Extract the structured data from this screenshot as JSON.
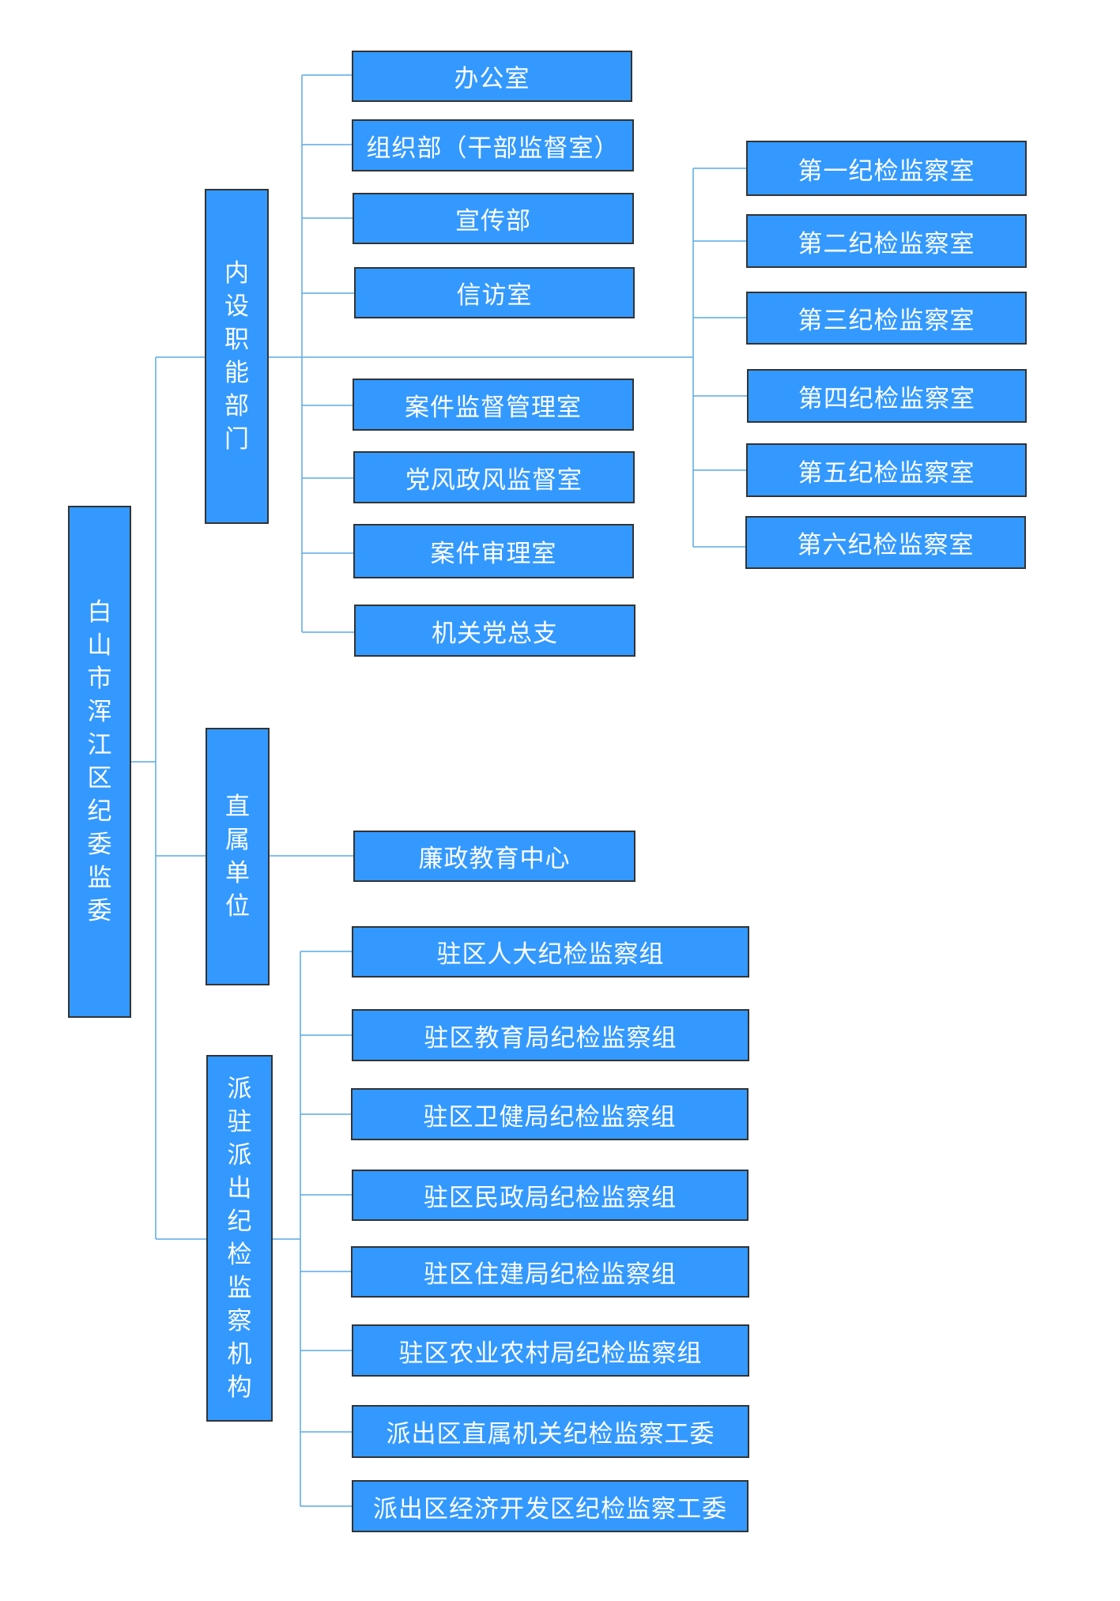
{
  "colors": {
    "box_fill": "#3399ff",
    "box_border": "#333333",
    "line": "#5aaae6",
    "text": "#ffffff"
  },
  "root": "白山市浑江区纪委监委",
  "branches": [
    {
      "label": "内设职能部门",
      "children": [
        "办公室",
        "组织部（干部监督室）",
        "宣传部",
        "信访室",
        "案件监督管理室",
        "党风政风监督室",
        "案件审理室",
        "机关党总支"
      ],
      "subgroup": [
        "第一纪检监察室",
        "第二纪检监察室",
        "第三纪检监察室",
        "第四纪检监察室",
        "第五纪检监察室",
        "第六纪检监察室"
      ]
    },
    {
      "label": "直属单位",
      "children": [
        "廉政教育中心"
      ]
    },
    {
      "label": "派驻派出纪检监察机构",
      "children": [
        "驻区人大纪检监察组",
        "驻区教育局纪检监察组",
        "驻区卫健局纪检监察组",
        "驻区民政局纪检监察组",
        "驻区住建局纪检监察组",
        "驻区农业农村局纪检监察组",
        "派出区直属机关纪检监察工委",
        "派出区经济开发区纪检监察工委"
      ]
    }
  ]
}
